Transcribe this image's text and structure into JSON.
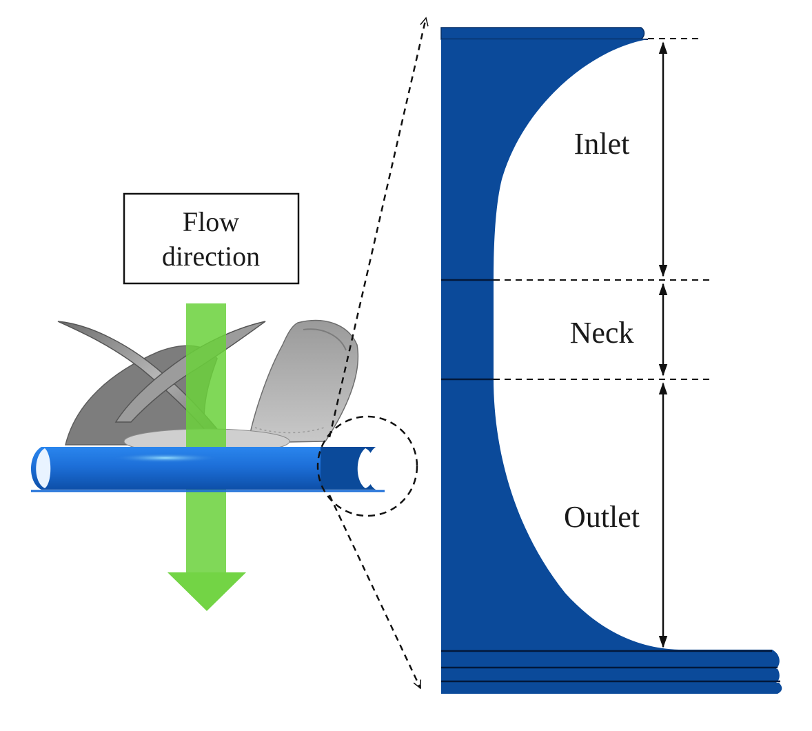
{
  "flow_box": {
    "line1": "Flow",
    "line2": "direction"
  },
  "sections": {
    "inlet": "Inlet",
    "neck": "Neck",
    "outlet": "Outlet"
  },
  "colors": {
    "duct_blue": "#0b4a9a",
    "duct_dark": "#063a7e",
    "ring_blue": "#1c6fd6",
    "flow_arrow": "#6cd23c",
    "blade_gray": "#8a8a8a",
    "line": "#111111"
  },
  "icons": {
    "propeller": "propeller-blades-icon",
    "flow_arrow": "down-arrow-icon",
    "zoom_circle": "dashed-circle-icon"
  }
}
